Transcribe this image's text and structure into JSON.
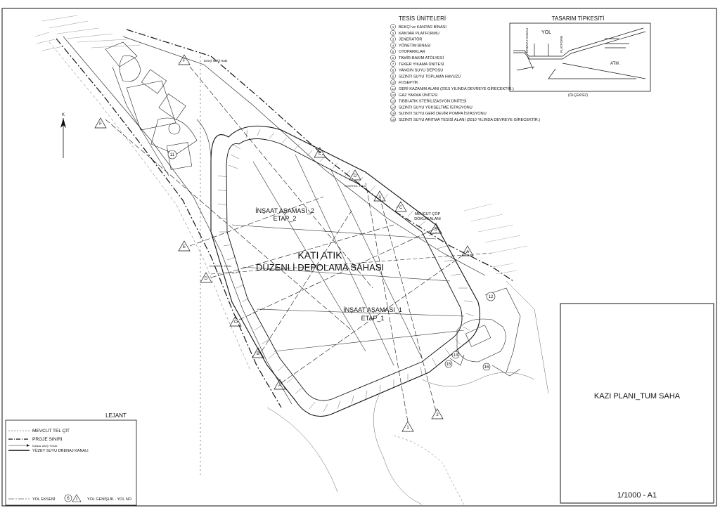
{
  "facilities": {
    "title": "TESİS ÜNİTELERİ",
    "items": [
      {
        "num": "1",
        "label": "BEKÇİ ve KANTAR BİNASI"
      },
      {
        "num": "2",
        "label": "KANTAR PLATFORMU"
      },
      {
        "num": "3",
        "label": "JENERATÖR"
      },
      {
        "num": "4",
        "label": "YÖNETİM BİNASI"
      },
      {
        "num": "5",
        "label": "OTOPARKLAR"
      },
      {
        "num": "6",
        "label": "TAMİR-BAKIM ATÖLYESİ"
      },
      {
        "num": "7",
        "label": "TEKER YIKAMA ÜNİTESİ"
      },
      {
        "num": "8",
        "label": "YANGIN SUYU DEPOSU"
      },
      {
        "num": "9",
        "label": "SIZINTI SUYU TOPLAMA HAVUZU"
      },
      {
        "num": "10",
        "label": "FOSEPTİK"
      },
      {
        "num": "11",
        "label": "GERİ KAZANIM ALANI (2015 YILINDA DEVREYE GİRECEKTİR.)"
      },
      {
        "num": "12",
        "label": "GAZ YAKMA ÜNİTESİ"
      },
      {
        "num": "13",
        "label": "TIBBİ ATIK STERİLİZASYON ÜNİTESİ"
      },
      {
        "num": "14",
        "label": "SIZINTI SUYU YÜKSELTME İSTASYONU"
      },
      {
        "num": "15",
        "label": "SIZINTI SUYU GERİ DEVİR POMPA İSTASYONU"
      },
      {
        "num": "16",
        "label": "SIZINTI SUYU ARITMA TESİSİ ALANI (2010 YILINDA DEVREYE GİRECEKTİR.)"
      }
    ]
  },
  "typical_section": {
    "title": "TASARIM TİPKESİTİ",
    "road_label": "YOL",
    "left_label": "DRENAJ KANALI",
    "right_label": "PLATFORM",
    "waste_label": "ATIK",
    "scale_note": "(ÖLÇEKSİZ)"
  },
  "site": {
    "main_title_1": "KATI ATIK",
    "main_title_2": "DÜZENLİ DEPOLAMA SAHASI",
    "phase2_a": "İNŞAAT AŞAMASI_2",
    "phase2_b": "ETAP_2",
    "phase1_a": "İNŞAAT AŞAMASI_1",
    "phase1_b": "ETAP_1",
    "soil_dump_a": "MEVCUT ÇÖP",
    "soil_dump_b": "DÖKÜM ALANI",
    "energy_line": "Enerji Nakil Hattı",
    "control_road_1": "KONTROL YOLU",
    "control_road_2": "KONTROL YOLU",
    "north": "K",
    "section_letters": [
      "A",
      "B",
      "C",
      "D",
      "E",
      "F",
      "A",
      "B",
      "C",
      "D",
      "E",
      "F",
      "1",
      "2",
      "3"
    ]
  },
  "legend": {
    "title": "LEJANT",
    "existing_fence": "MEVCUT TEL ÇİT",
    "project_boundary": "PROJE SINIRI",
    "channel_flow": "KANAL AKIŞ YÖNÜ",
    "surface_drainage": "YÜZEY SUYU DRENAJ KANALI",
    "road_axis": "YOL EKSENİ",
    "road_width": "YOL GENİŞLİK - YOL NO",
    "road_width_value": "6",
    "road_no_value": "1"
  },
  "title_block": {
    "drawing_title": "KAZI PLANI_TUM SAHA",
    "scale": "1/1000 - A1"
  }
}
